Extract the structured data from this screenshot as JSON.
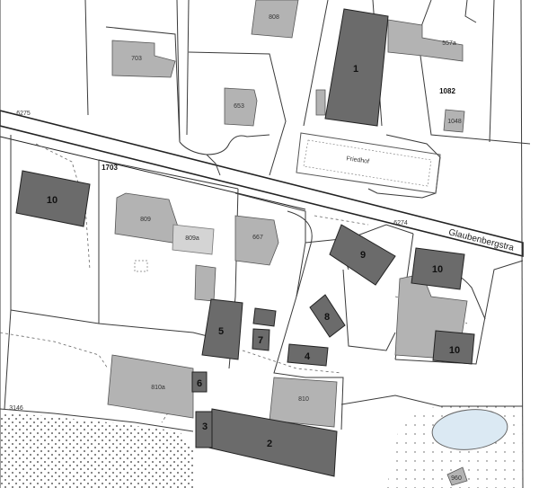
{
  "map": {
    "street_name": "Glaubenbergstra",
    "plot_labels": {
      "p1703": "1703",
      "p1082": "1082",
      "p6274": "6274",
      "p6275": "6275",
      "p3146": "3146"
    },
    "place_labels": {
      "friedhof": "Friedhof"
    },
    "numbered_buildings": [
      {
        "id": "b1",
        "label": "1"
      },
      {
        "id": "b2",
        "label": "2"
      },
      {
        "id": "b3",
        "label": "3"
      },
      {
        "id": "b4",
        "label": "4"
      },
      {
        "id": "b5",
        "label": "5"
      },
      {
        "id": "b6",
        "label": "6"
      },
      {
        "id": "b7",
        "label": "7"
      },
      {
        "id": "b8",
        "label": "8"
      },
      {
        "id": "b9",
        "label": "9"
      },
      {
        "id": "b10a",
        "label": "10"
      },
      {
        "id": "b10b",
        "label": "10"
      },
      {
        "id": "b10c",
        "label": "10"
      }
    ],
    "house_numbers": {
      "h808": "808",
      "h703": "703",
      "h557a": "557a",
      "h653": "653",
      "h1048": "1048",
      "h809": "809",
      "h809a": "809a",
      "h667": "667",
      "h810a": "810a",
      "h810": "810",
      "h960": "960"
    },
    "colors": {
      "dark_building": "#6b6b6b",
      "light_building": "#b3b3b3",
      "lighter_building": "#d4d4d4",
      "water": "#dbe9f3",
      "line": "#3a3a3a"
    }
  }
}
